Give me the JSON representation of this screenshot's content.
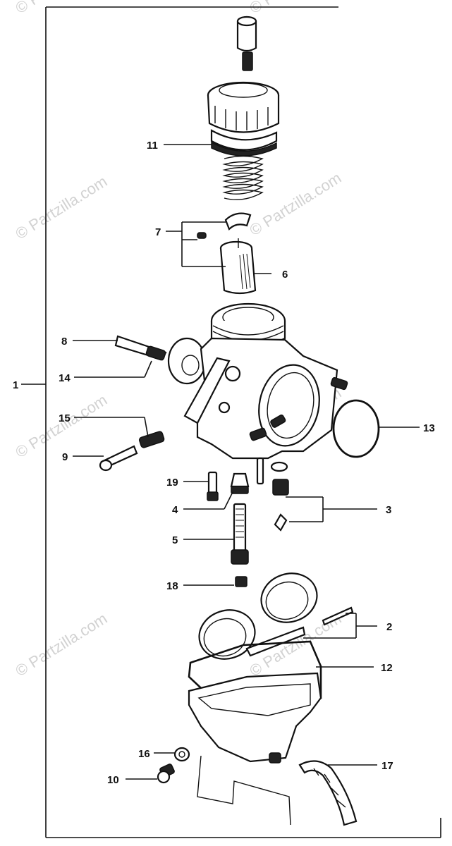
{
  "watermark": {
    "text": "© Partzilla.com"
  },
  "callouts": {
    "c1": "1",
    "c2": "2",
    "c3": "3",
    "c4": "4",
    "c5": "5",
    "c6": "6",
    "c7": "7",
    "c8": "8",
    "c9": "9",
    "c10": "10",
    "c11": "11",
    "c12": "12",
    "c13": "13",
    "c14": "14",
    "c15": "15",
    "c16": "16",
    "c17": "17",
    "c18": "18",
    "c19": "19"
  }
}
